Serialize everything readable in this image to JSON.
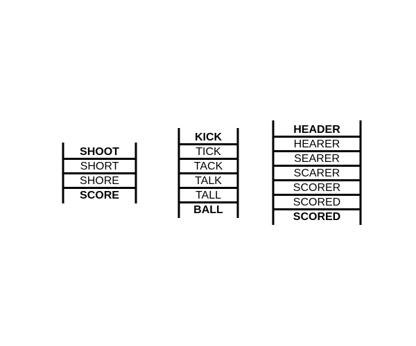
{
  "ladders": [
    {
      "rungs": [
        {
          "word": "SHOOT",
          "bold": true
        },
        {
          "word": "SHORT",
          "bold": false
        },
        {
          "word": "SHORE",
          "bold": false
        },
        {
          "word": "SCORE",
          "bold": true
        }
      ]
    },
    {
      "rungs": [
        {
          "word": "KICK",
          "bold": true
        },
        {
          "word": "TICK",
          "bold": false
        },
        {
          "word": "TACK",
          "bold": false
        },
        {
          "word": "TALK",
          "bold": false
        },
        {
          "word": "TALL",
          "bold": false
        },
        {
          "word": "BALL",
          "bold": true
        }
      ]
    },
    {
      "rungs": [
        {
          "word": "HEADER",
          "bold": true
        },
        {
          "word": "HEARER",
          "bold": false
        },
        {
          "word": "SEARER",
          "bold": false
        },
        {
          "word": "SCARER",
          "bold": false
        },
        {
          "word": "SCORER",
          "bold": false
        },
        {
          "word": "SCORED",
          "bold": false
        },
        {
          "word": "SCORED",
          "bold": true
        }
      ]
    }
  ],
  "colors": {
    "ink": "#000000",
    "background": "#ffffff"
  }
}
